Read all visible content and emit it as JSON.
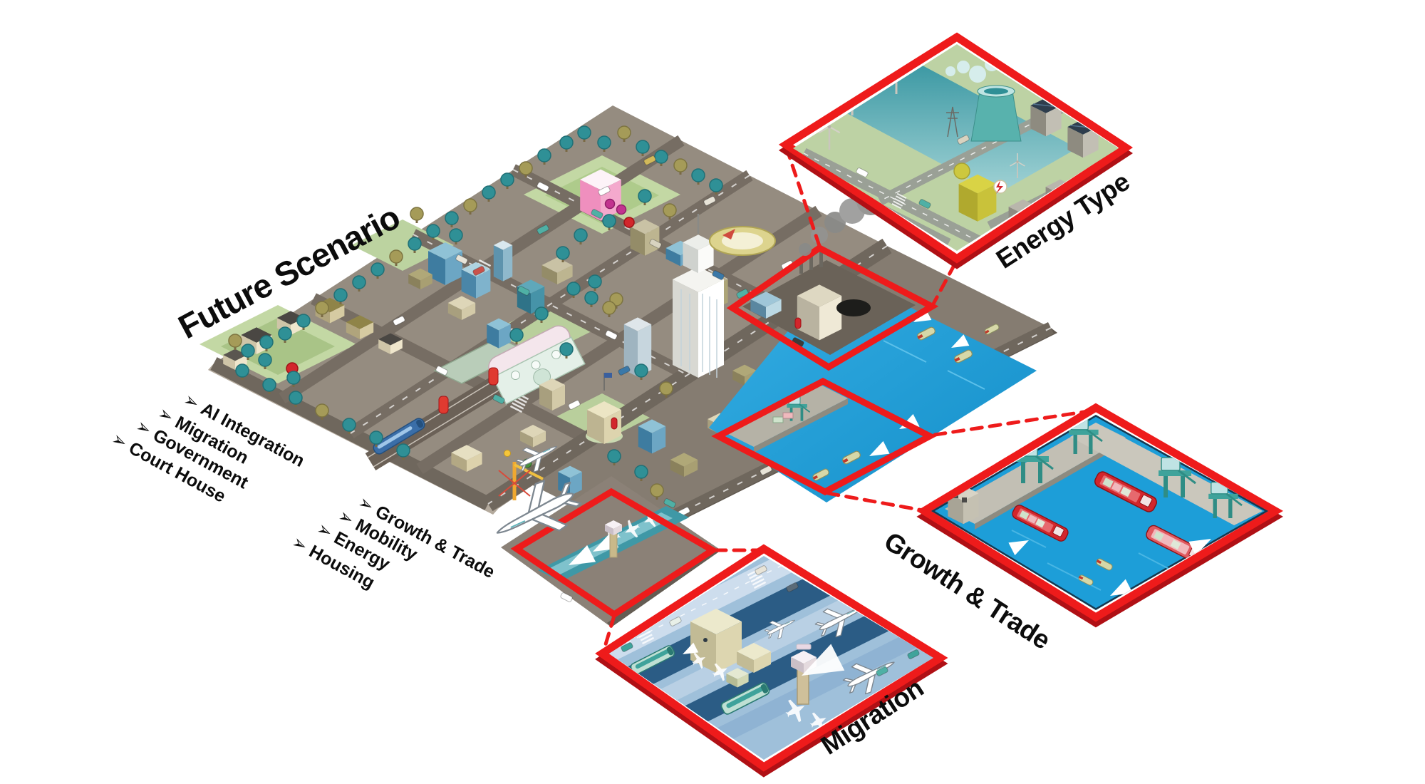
{
  "title": "Future Scenario",
  "bullet_glyph": "➢",
  "legend": {
    "group1": {
      "items": [
        "AI Integration",
        "Migration",
        "Government",
        "Court House"
      ]
    },
    "group2": {
      "items": [
        "Growth & Trade",
        "Mobility",
        "Energy",
        "Housing"
      ]
    }
  },
  "callouts": {
    "energy": {
      "label": "Energy Type"
    },
    "growth": {
      "label": "Growth & Trade"
    },
    "migration": {
      "label": "Migration"
    }
  },
  "colors": {
    "accent_red": "#ee1b1b",
    "water_blue": "#1d9ed8",
    "runway_navy": "#2b5c85",
    "tree_teal": "#2f9096",
    "city_ground": "#958c80",
    "road_gray": "#766d63",
    "park_green": "#c3d8a4",
    "energy_green": "#bdd2a4",
    "dock_gray": "#c2bfb4"
  }
}
